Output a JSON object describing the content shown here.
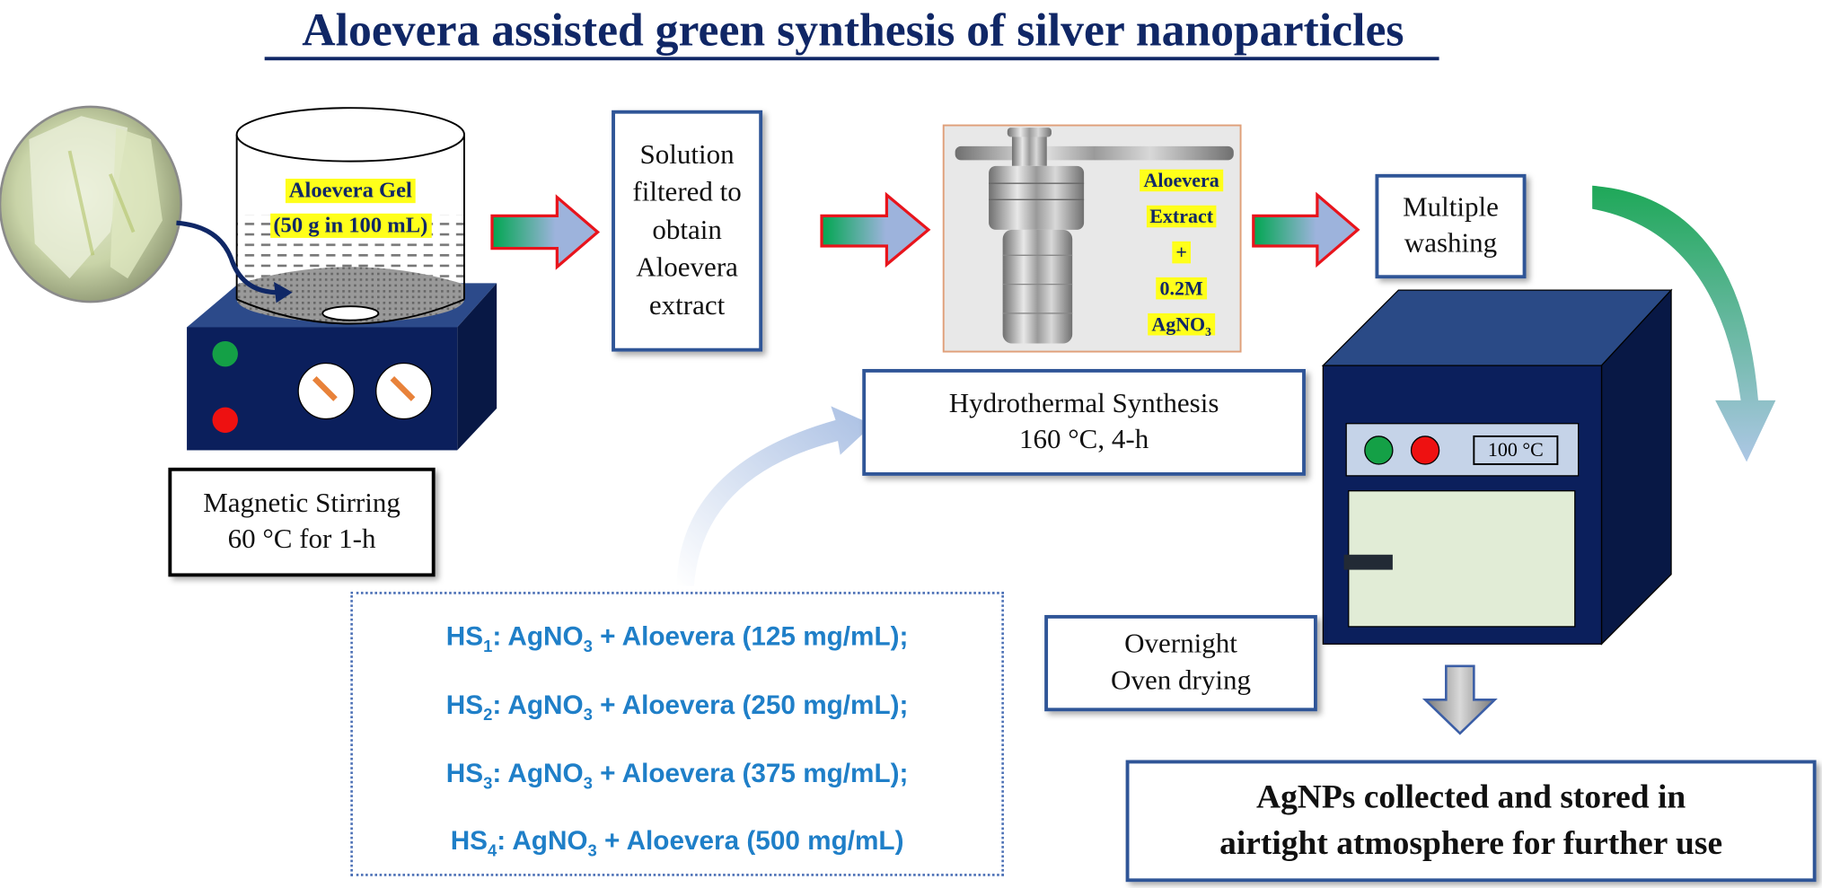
{
  "title": "Aloevera assisted green synthesis of silver nanoparticles",
  "beaker": {
    "line1": "Aloevera Gel",
    "line2": "(50 g in 100 mL)"
  },
  "stirring": {
    "line1": "Magnetic Stirring",
    "line2": "60 °C for 1-h"
  },
  "filter_box": {
    "lines": [
      "Solution",
      "filtered to",
      "obtain",
      "Aloevera",
      "extract"
    ]
  },
  "reactor": {
    "line1": "Aloevera",
    "line2": "Extract",
    "line3": "+",
    "line4": "0.2M",
    "line5": "AgNO",
    "line5_sub": "3"
  },
  "hydrothermal": {
    "line1": "Hydrothermal Synthesis",
    "line2": "160 °C, 4-h"
  },
  "washing": {
    "line1": "Multiple",
    "line2": "washing"
  },
  "oven": {
    "display": "100 °C"
  },
  "drying": {
    "line1": "Overnight",
    "line2": "Oven drying"
  },
  "final": {
    "line1": "AgNPs collected and stored in",
    "line2": "airtight atmosphere for further use"
  },
  "samples": [
    {
      "name": "HS",
      "idx": "1",
      "a": ": AgNO",
      "a_sub": "3",
      "rest": " + Aloevera (125 mg/mL);"
    },
    {
      "name": "HS",
      "idx": "2",
      "a": ": AgNO",
      "a_sub": "3",
      "rest": " + Aloevera (250 mg/mL);"
    },
    {
      "name": "HS",
      "idx": "3",
      "a": ": AgNO",
      "a_sub": "3",
      "rest": " + Aloevera (375 mg/mL);"
    },
    {
      "name": "HS",
      "idx": "4",
      "a": ": AgNO",
      "a_sub": "3",
      "rest": " + Aloevera (500 mg/mL)"
    }
  ],
  "colors": {
    "navy": "#102766",
    "box_border": "#2f5597",
    "sample_text": "#1f7fc8",
    "highlight": "#ffff1a",
    "hotplate": "#0b1f5c"
  }
}
